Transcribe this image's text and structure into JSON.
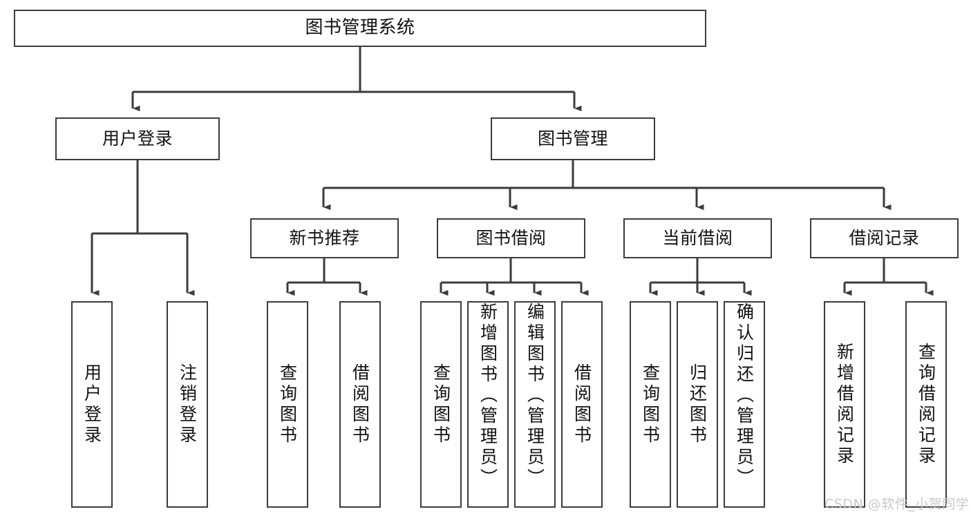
{
  "diagram": {
    "title": "图书管理系统",
    "type": "tree-structure-chart",
    "watermark": "CSDN @软件_小贺同学",
    "colors": {
      "stroke": "#3b3b3b",
      "fill": "#ffffff",
      "text": "#111111",
      "watermark": "#c9c9c9"
    },
    "nodes": {
      "root": {
        "label": "图书管理系统"
      },
      "level2": [
        {
          "id": "user-login",
          "label": "用户登录"
        },
        {
          "id": "book-manage",
          "label": "图书管理"
        }
      ],
      "level3": [
        {
          "id": "new-book-rec",
          "label": "新书推荐"
        },
        {
          "id": "book-borrow",
          "label": "图书借阅"
        },
        {
          "id": "current-borrow",
          "label": "当前借阅"
        },
        {
          "id": "borrow-record",
          "label": "借阅记录"
        }
      ],
      "leaves": {
        "user_login": [
          {
            "id": "leaf-user-login",
            "label": "用户登录"
          },
          {
            "id": "leaf-logout",
            "label": "注销登录"
          }
        ],
        "new_book_rec": [
          {
            "id": "leaf-query-book-1",
            "label": "查询图书"
          },
          {
            "id": "leaf-borrow-book-1",
            "label": "借阅图书"
          }
        ],
        "book_borrow": [
          {
            "id": "leaf-query-book-2",
            "label": "查询图书"
          },
          {
            "id": "leaf-add-book",
            "label": "新增图书（管理员）"
          },
          {
            "id": "leaf-edit-book",
            "label": "编辑图书（管理员）"
          },
          {
            "id": "leaf-borrow-book-2",
            "label": "借阅图书"
          }
        ],
        "current_borrow": [
          {
            "id": "leaf-query-book-3",
            "label": "查询图书"
          },
          {
            "id": "leaf-return-book",
            "label": "归还图书"
          },
          {
            "id": "leaf-confirm-return",
            "label": "确认归还（管理员）"
          }
        ],
        "borrow_record": [
          {
            "id": "leaf-add-record",
            "label": "新增借阅记录"
          },
          {
            "id": "leaf-query-record",
            "label": "查询借阅记录"
          }
        ]
      }
    }
  }
}
